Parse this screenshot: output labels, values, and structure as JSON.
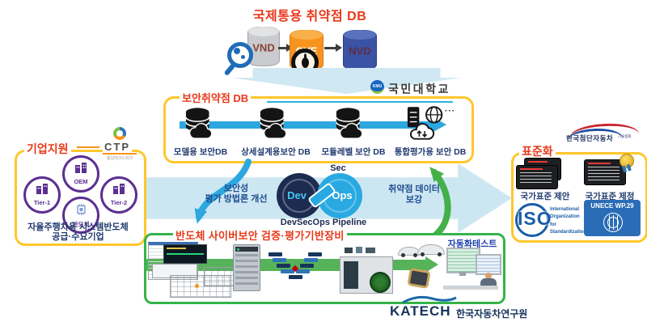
{
  "colors": {
    "accent_red": "#e8391a",
    "box_border_yellow": "#ffc72c",
    "box_border_green": "#35b44a",
    "flow_band_blue": "#cde7f2",
    "arrow_blue": "#2da7e0",
    "arrow_green": "#44b049",
    "navy_text": "#203a6e",
    "purple_node": "#5c2f91"
  },
  "international_db": {
    "title": "국제통용 취약점 DB",
    "databases": [
      {
        "label": "VND",
        "color": "#c9cbce",
        "text_color": "#8a4233"
      },
      {
        "label": "CVE",
        "color": "#f7941d",
        "text_color": "#ffffff"
      },
      {
        "label": "NVD",
        "color": "#3a53a4",
        "text_color": "#5f2c44"
      }
    ]
  },
  "vuln_db_box": {
    "title": "보안취약점 DB",
    "logo": {
      "abbr": "KMU",
      "name": "국민대학교"
    },
    "db_labels": [
      "모델용 보안DB",
      "상세설계용보안 DB",
      "모듈레벨 보안 DB",
      "통합평가용 보안 DB"
    ],
    "ellipsis": "···"
  },
  "enterprise_box": {
    "title": "기업지원",
    "logo": {
      "abbr": "CTP",
      "name": "충남테크노파크"
    },
    "nodes": [
      "OEM",
      "Tier-1",
      "Tier-2",
      "반도체"
    ],
    "caption": "자율주행차용 시스템반도체\n공급·수요기업"
  },
  "pipeline": {
    "sec_label": "Sec",
    "dev_label": "Dev",
    "ops_label": "Ops",
    "caption": "DevSecOps Pipeline",
    "left_note": "보안성\n평가 방법론 개선",
    "right_note": "취약점 데이터\n보강"
  },
  "standards_box": {
    "title": "표준화",
    "logo_name": "한국첨단자동차",
    "logo_sub": "기술협회",
    "proposal_label": "국가표준 제안",
    "enactment_label": "국가표준 제정",
    "iso": {
      "abbr": "ISO",
      "desc": "International\nOrganization for\nStandardization"
    },
    "unece_label": "UNECE WP.29"
  },
  "equipment_box": {
    "title": "반도체 사이버보안 검증·평가기반장비",
    "autotest_label": "자동화테스트"
  },
  "katech": {
    "abbr": "KATECH",
    "name": "한국자동차연구원"
  }
}
